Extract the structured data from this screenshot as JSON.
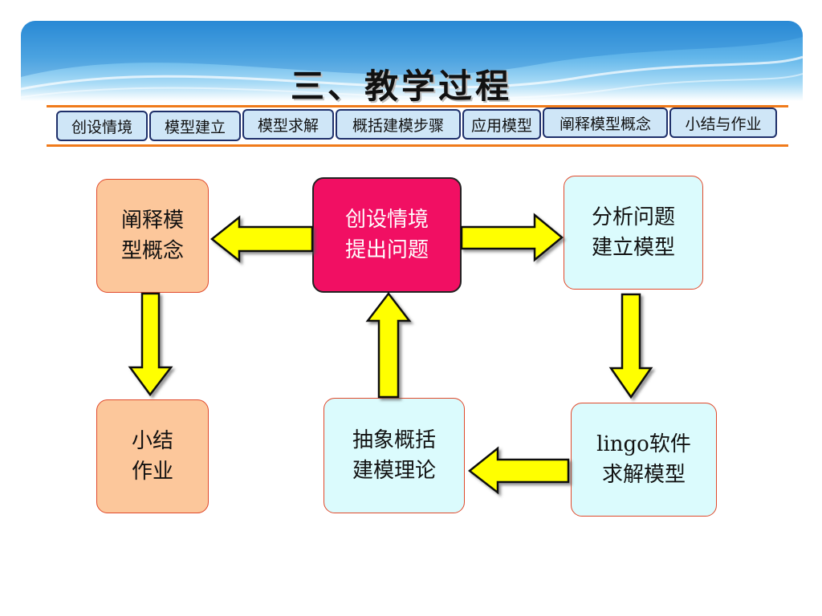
{
  "title": "三、教学过程",
  "tabs": [
    {
      "label": "创设情境"
    },
    {
      "label": "模型建立"
    },
    {
      "label": "模型求解"
    },
    {
      "label": "概括建模步骤"
    },
    {
      "label": "应用模型"
    },
    {
      "label": "阐释模型概念"
    },
    {
      "label": "小结与作业"
    }
  ],
  "nodes": {
    "interpret": {
      "line1": "阐释模",
      "line2": "型概念"
    },
    "create": {
      "line1": "创设情境",
      "line2": "提出问题"
    },
    "analyze": {
      "line1": "分析问题",
      "line2": "建立模型"
    },
    "summary": {
      "line1": "小结",
      "line2": "作业"
    },
    "abstract": {
      "line1": "抽象概括",
      "line2": "建模理论"
    },
    "lingo": {
      "line1": "lingo软件",
      "line2": "求解模型"
    }
  },
  "colors": {
    "accent_line": "#f07a1a",
    "tab_fill": "#cfe6f7",
    "center_node": "#f10f63",
    "orange_node": "#fcc79b",
    "cyan_node": "#dbfbfd",
    "arrow_fill": "#ffff00"
  }
}
